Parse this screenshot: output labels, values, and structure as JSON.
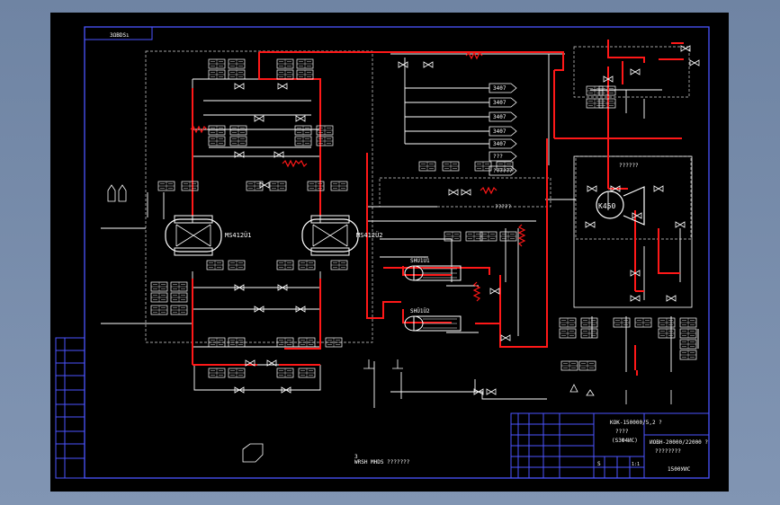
{
  "drawing": {
    "corner_code": "3ΩВDSı",
    "legend_note": "WRSH MHDS  ???????",
    "foot_mark": "3",
    "flare_marks": "?????"
  },
  "equipment": {
    "vessel_left": "MS412Ü1",
    "vessel_right": "MS412Ü2",
    "exchanger_upper": "SHÜ1Ü1",
    "exchanger_lower": "SHÜ1Ü2",
    "compressor": "K450",
    "compressor_caption": "??????"
  },
  "destinations": [
    "3407",
    "3407",
    "3407",
    "3407",
    "3407",
    "???",
    "??????"
  ],
  "title_block": {
    "line1": "КОК-150000/5,2 ?",
    "line2": "????",
    "line3": "(S3Ф4ИС)",
    "line4": "ИОВН-20000/22000 ?",
    "line5": "????????",
    "line6": "1500УИС",
    "scale_mark": "S",
    "sheet_mark": "1:1"
  }
}
